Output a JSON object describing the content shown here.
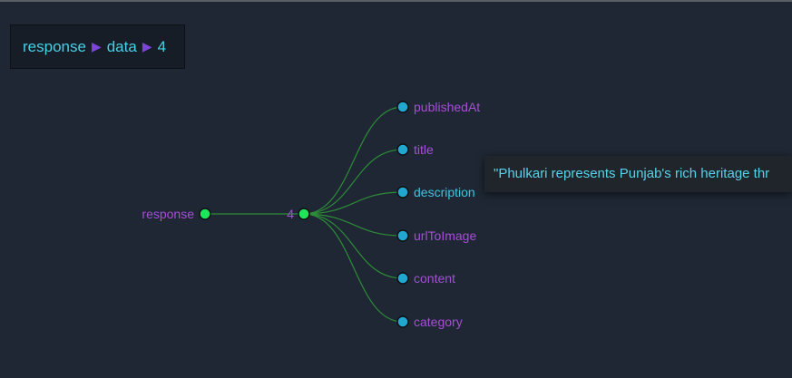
{
  "breadcrumb": {
    "items": [
      "response",
      "data",
      "4"
    ],
    "separator": "▶"
  },
  "tree": {
    "root": {
      "label": "response"
    },
    "node": {
      "label": "4"
    },
    "children": [
      {
        "label": "publishedAt"
      },
      {
        "label": "title"
      },
      {
        "label": "description"
      },
      {
        "label": "urlToImage"
      },
      {
        "label": "content"
      },
      {
        "label": "category"
      }
    ]
  },
  "tooltip": {
    "text": "\"Phulkari represents Punjab's rich heritage thr"
  },
  "colors": {
    "background": "#1e2733",
    "link": "#2e8b3a",
    "expanded_node": "#1ee65a",
    "leaf_node": "#22a8d0",
    "label_purple": "#a64fd6",
    "label_cyan": "#3cc4e0",
    "separator": "#7a45d8"
  }
}
